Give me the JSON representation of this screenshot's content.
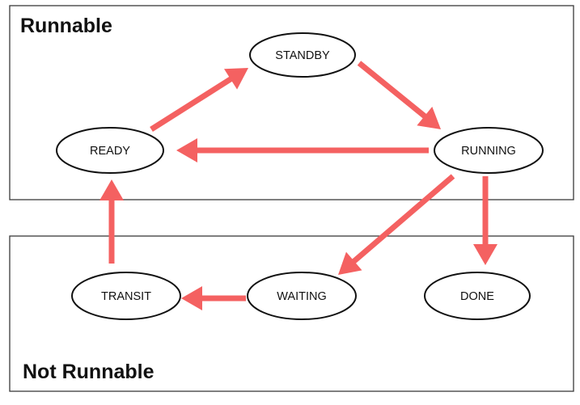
{
  "colors": {
    "arrow": "#f46161",
    "node_fill": "#ffffff",
    "node_stroke": "#111111",
    "group_stroke": "#3a3a3a"
  },
  "groups": {
    "runnable": {
      "label": "Runnable"
    },
    "not_runnable": {
      "label": "Not Runnable"
    }
  },
  "states": {
    "standby": {
      "label": "STANDBY"
    },
    "ready": {
      "label": "READY"
    },
    "running": {
      "label": "RUNNING"
    },
    "transit": {
      "label": "TRANSIT"
    },
    "waiting": {
      "label": "WAITING"
    },
    "done": {
      "label": "DONE"
    }
  },
  "transitions": [
    {
      "from": "ready",
      "to": "standby"
    },
    {
      "from": "standby",
      "to": "running"
    },
    {
      "from": "running",
      "to": "ready"
    },
    {
      "from": "running",
      "to": "waiting"
    },
    {
      "from": "running",
      "to": "done"
    },
    {
      "from": "waiting",
      "to": "transit"
    },
    {
      "from": "transit",
      "to": "ready"
    }
  ]
}
